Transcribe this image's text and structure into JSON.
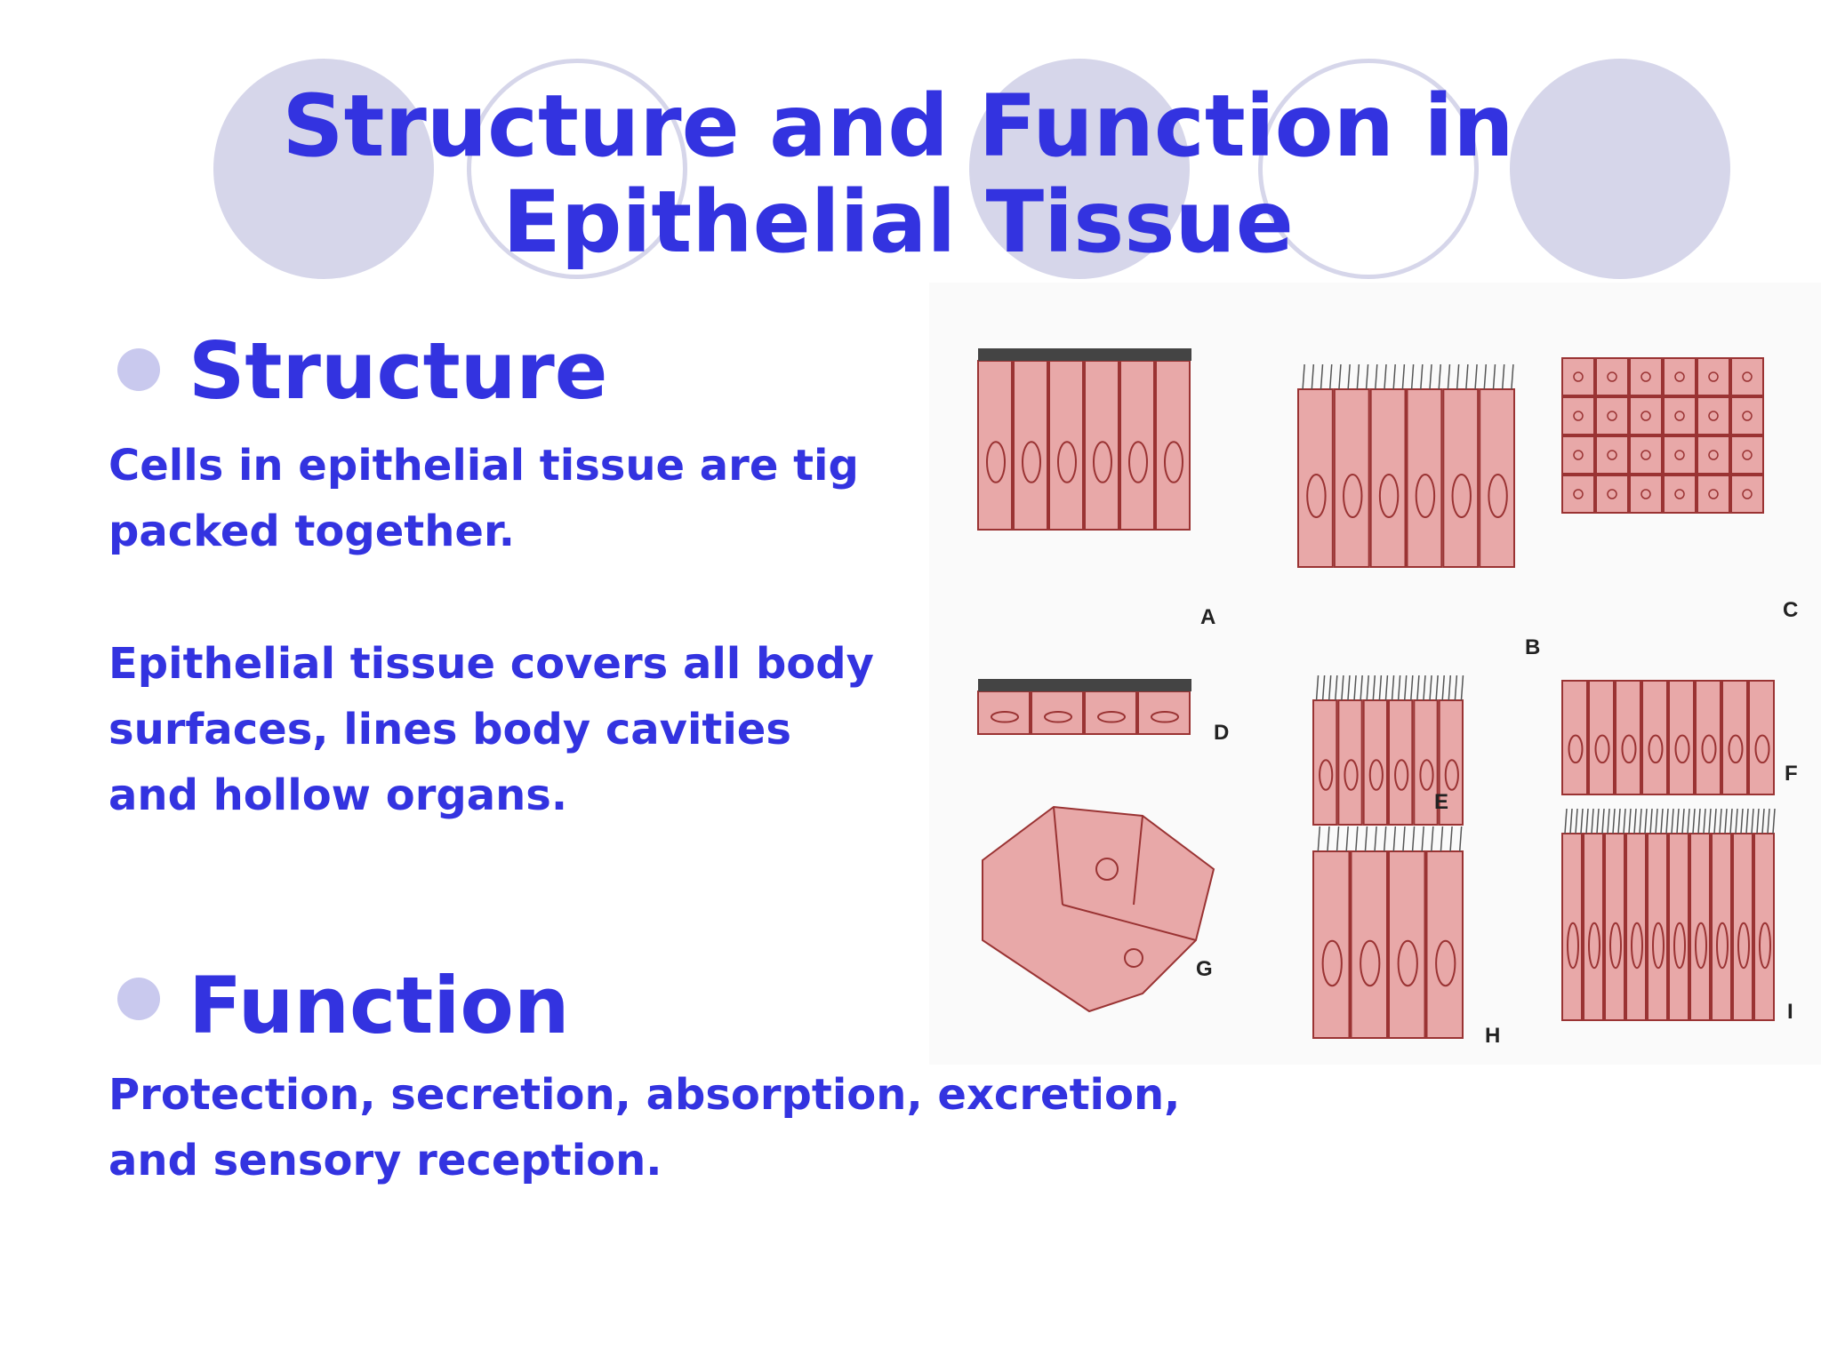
{
  "title": "Structure and Function in Epithelial Tissue",
  "structure": {
    "heading": "Structure",
    "line1": "Cells in epithelial tissue are tig",
    "line2": "packed together.",
    "line3": "Epithelial tissue covers all body",
    "line4": "surfaces, lines body cavities",
    "line5": "and hollow organs."
  },
  "function": {
    "heading": "Function",
    "line1": "Protection, secretion, absorption, excretion,",
    "line2": "and sensory reception."
  },
  "figure": {
    "labels": [
      "A",
      "B",
      "C",
      "D",
      "E",
      "F",
      "G",
      "H",
      "I"
    ]
  },
  "colors": {
    "text": "#3333e0",
    "circle": "#d6d6ea",
    "bullet": "#c9c9ee",
    "cell": "#e8a8a8",
    "cell_stroke": "#9a3333"
  }
}
